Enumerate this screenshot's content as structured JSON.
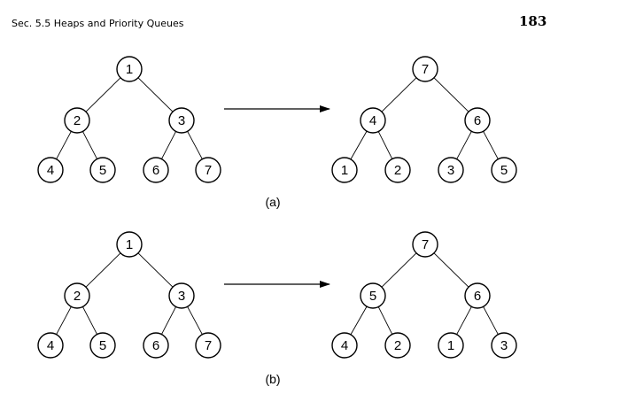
{
  "header": {
    "section_title": "Sec. 5.5 Heaps and Priority Queues",
    "page_number": "183"
  },
  "figures": [
    {
      "caption": "(a)",
      "before_tree": [
        "1",
        "2",
        "3",
        "4",
        "5",
        "6",
        "7"
      ],
      "after_tree": [
        "7",
        "4",
        "6",
        "1",
        "2",
        "3",
        "5"
      ]
    },
    {
      "caption": "(b)",
      "before_tree": [
        "1",
        "2",
        "3",
        "4",
        "5",
        "6",
        "7"
      ],
      "after_tree": [
        "7",
        "5",
        "6",
        "4",
        "2",
        "1",
        "3"
      ]
    }
  ]
}
